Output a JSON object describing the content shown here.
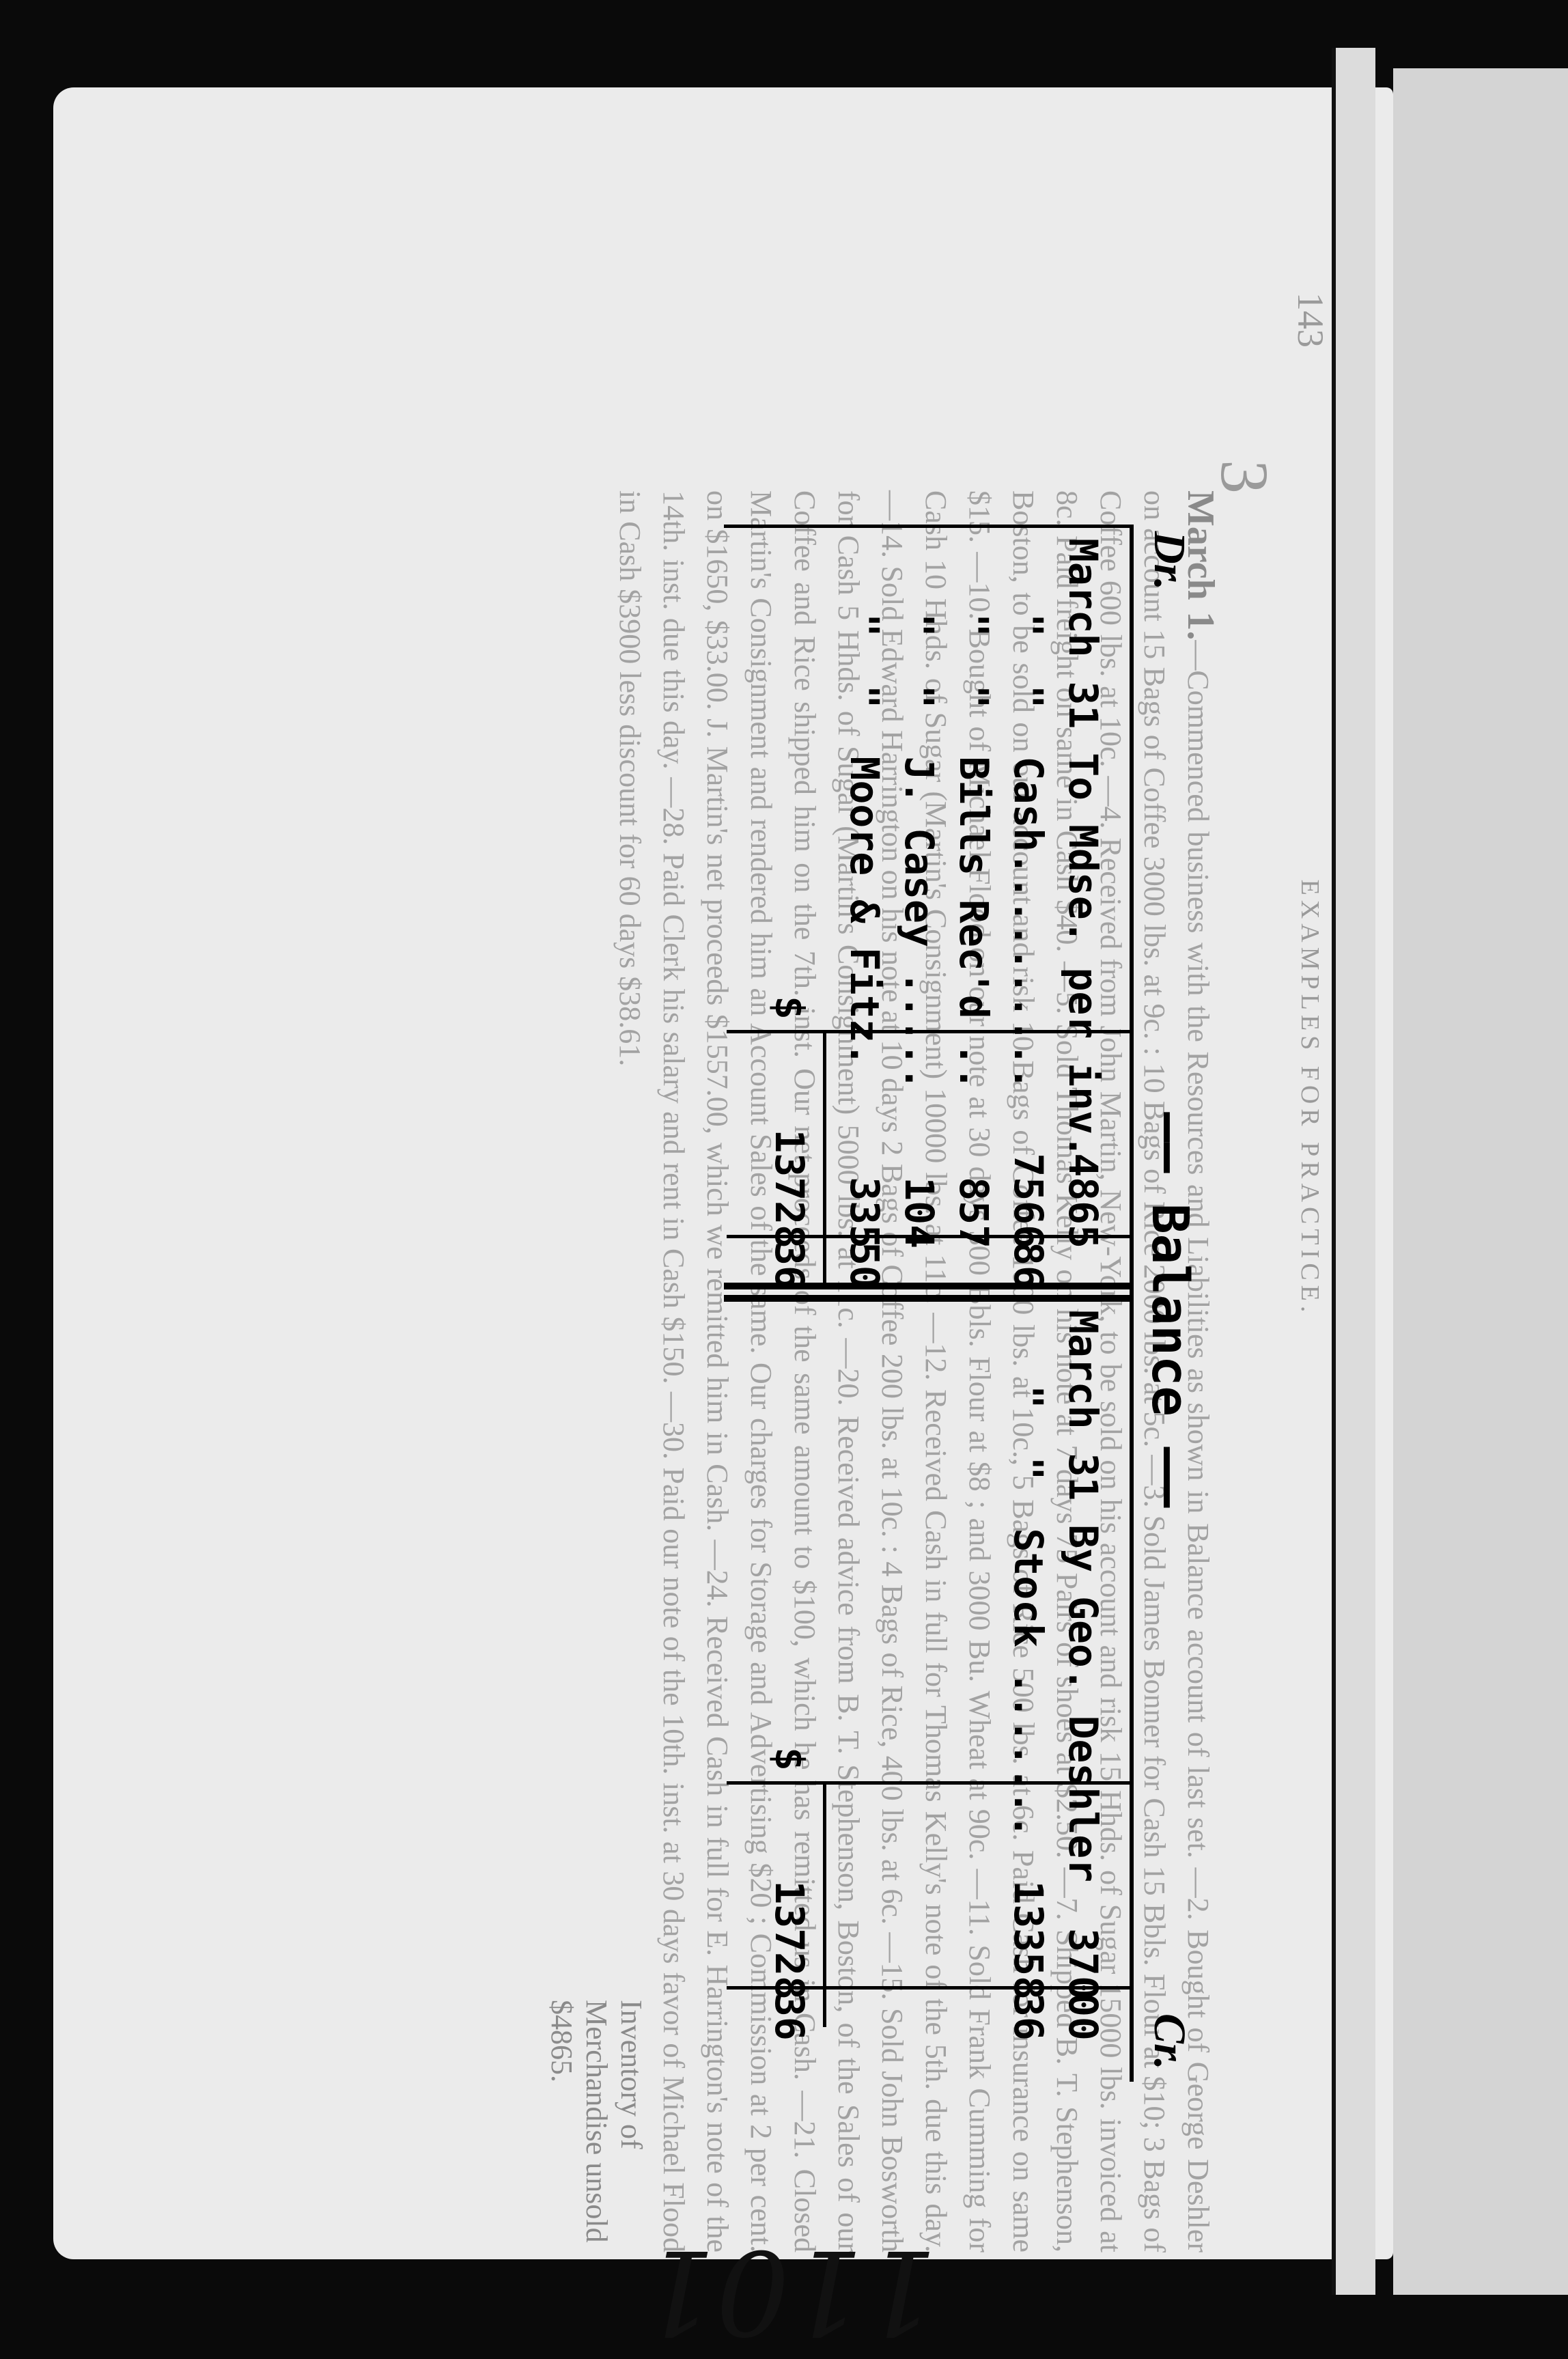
{
  "header": {
    "running_title": "EXAMPLES FOR PRACTICE.",
    "page_number": "143",
    "exercise_number": "3"
  },
  "body_text": {
    "lead": "March 1.",
    "text": "—Commenced business with the Resources and Liabilities as shown in Balance account of last set. —2. Bought of George Deshler on account 15 Bags of Coffee 3000 lbs. at 9c. : 10 Bags of Rice 2000 lbs. at 5c. —3. Sold James Bonner for Cash 15 Bbls. Flour at $10; 3 Bags of Coffee 600 lbs. at 10c. —4. Received from John Martin, New-York, to be sold on his account and risk 15 Hhds. of Sugar 15000 lbs. invoiced at 8c. Paid freight on same in Cash $40. —5. Sold Thomas Kelly on his note at 7 days 75 Pairs of shoes at $2.50. —7. Shipped B. T. Stephenson, Boston, to be sold on our account and risk 10 Bags of Coffee 1000 lbs. at 10c., 5 Bags of Rice 500 lbs. at 6c. Paid Cash for insurance on same $15. —10. Bought of Michael Flood on our note at 30 days 300 Bbls. Flour at $8 ; and 3000 Bu. Wheat at 90c. —11. Sold Frank Cumming for Cash 10 Hhds. of Sugar (Martin's Consignment) 10000 lbs. at 11c. —12. Received Cash in full for Thomas Kelly's note of the 5th. due this day. —14. Sold Edward Harrington on his note at 10 days 2 Bags of Coffee 200 lbs. at 10c. : 4 Bags of Rice, 400 lbs. at 6c. —15. Sold John Bosworth for Cash 5 Hhds. of Sugar (Martin's Consignment) 5000 lbs. at 11c. —20. Received advice from B. T. Stephenson, Boston, of the Sales of our Coffee and Rice shipped him on the 7th. inst. Our net proceeds of the same amount to $100, which he has remitted us in Cash. —21. Closed Martin's Consignment and rendered him an Account Sales of the same. Our charges for Storage and Advertising $20 ; Commission at 2 per cent. on $1650, $33.00. J. Martin's net proceeds $1557.00, which we remitted him in Cash. —24. Received Cash in full for E. Harrington's note of the 14th. inst. due this day. —28. Paid Clerk his salary and rent in Cash $150. —30. Paid our note of the 10th. inst. at 30 days favor of Michael Flood in Cash $3900 less discount for 60 days $38.61."
  },
  "inventory_note": "Inventory of Merchandise unsold $4865.",
  "ledger": {
    "title": "Balance",
    "dr_label": "Dr.",
    "cr_label": "Cr.",
    "debits": [
      {
        "date": "March 31",
        "prefix": "To",
        "account": "Mdse. per inv.",
        "dollars": "4865",
        "cents": ""
      },
      {
        "date": "\"",
        "prefix": "\"",
        "account": "Cash..........",
        "dollars": "7566",
        "cents": "86"
      },
      {
        "date": "\"",
        "prefix": "\"",
        "account": "Bills Rec'd ..",
        "dollars": "857",
        "cents": ""
      },
      {
        "date": "\"",
        "prefix": "\"",
        "account": "J. Casey .....",
        "dollars": "104",
        "cents": ""
      },
      {
        "date": "\"",
        "prefix": "\"",
        "account": "Moore & Fitz.",
        "dollars": "335",
        "cents": "50"
      }
    ],
    "debit_total": {
      "symbol": "$",
      "dollars": "13728",
      "cents": "36"
    },
    "credits": [
      {
        "date": "March 31",
        "prefix": "By",
        "account": "Geo. Deshler",
        "dollars": "370",
        "cents": "00"
      },
      {
        "date": "\"",
        "prefix": "\"",
        "account": "Stock .......",
        "dollars": "13358",
        "cents": "36"
      }
    ],
    "credit_total": {
      "symbol": "$",
      "dollars": "13728",
      "cents": "36"
    }
  },
  "handwritten_note": "1101"
}
